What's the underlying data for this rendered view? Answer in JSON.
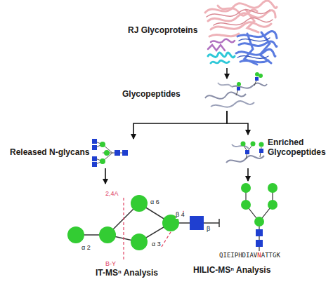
{
  "diagram": {
    "nodes": [
      {
        "text": [
          "RJ Glycoproteins"
        ]
      },
      {
        "text": [
          "Glycopeptides"
        ]
      },
      {
        "text": [
          "Released N-glycans"
        ]
      },
      {
        "text": [
          "Enriched Glycopeptides"
        ]
      },
      {
        "text": [
          "IT-MSⁿ Analysis"
        ]
      },
      {
        "text": [
          "HILIC-MSⁿ Analysis"
        ]
      }
    ],
    "edges": [
      {
        "from": 0,
        "to": 1,
        "arrow": "to"
      },
      {
        "from": 1,
        "to": 2,
        "arrow": "to"
      },
      {
        "from": 1,
        "to": 3,
        "arrow": "to"
      },
      {
        "from": 2,
        "to": 4,
        "arrow": "to"
      },
      {
        "from": 3,
        "to": 5,
        "arrow": "to"
      }
    ],
    "labels": [
      "α 2",
      "α 6",
      "α 3",
      "β 4",
      "β",
      "2,4A",
      "B-Y",
      "QIEIPHDIAVNATTGK"
    ]
  }
}
